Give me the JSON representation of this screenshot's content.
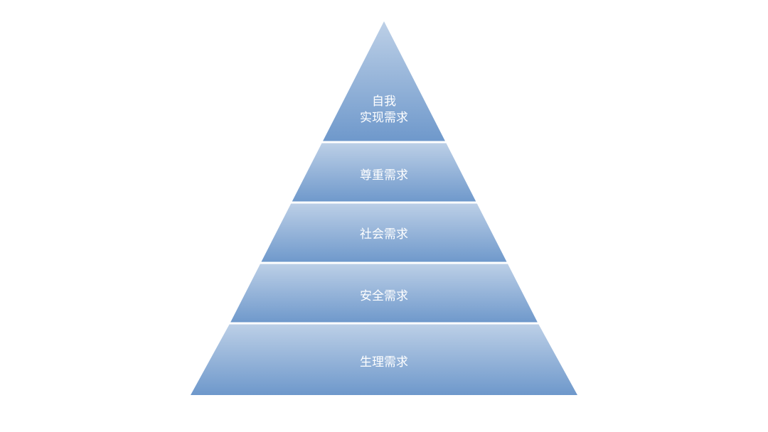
{
  "pyramid": {
    "layers": [
      {
        "lines": [
          "自我",
          "实现需求"
        ]
      },
      {
        "lines": [
          "尊重需求"
        ]
      },
      {
        "lines": [
          "社会需求"
        ]
      },
      {
        "lines": [
          "安全需求"
        ]
      },
      {
        "lines": [
          "生理需求"
        ]
      }
    ],
    "colors": {
      "top": "#bdd0e7",
      "bottom": "#6e98cb",
      "divider": "#ffffff",
      "label": "#ffffff"
    }
  }
}
